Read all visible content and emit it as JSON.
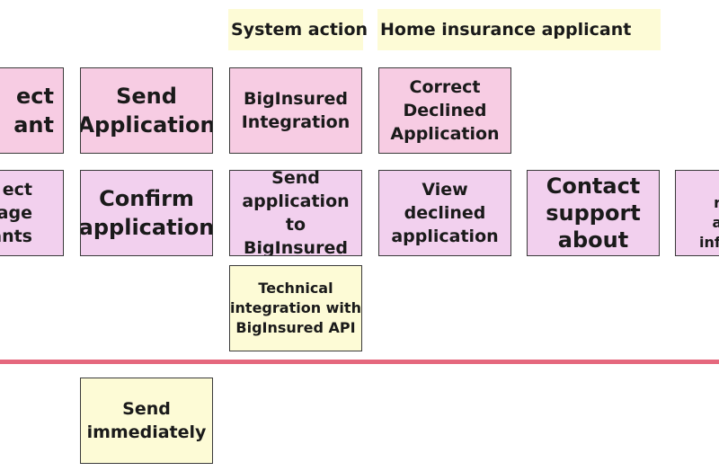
{
  "headers": {
    "system_action": "System action",
    "home_insurance_applicant": "Home insurance applicant"
  },
  "row1": {
    "partial_select_applicant": "ect\nant",
    "send_application": "Send\nApplication",
    "biginsured_integration": "BigInsured\nIntegration",
    "correct_declined_application": "Correct\nDeclined\nApplication"
  },
  "row2": {
    "partial_select_package_applicants": "ect\nkage\nants",
    "confirm_application": "Confirm\napplication",
    "send_application_to_biginsured": "Send\napplication to\nBigInsured",
    "view_declined_application": "View declined\napplication",
    "contact_support_about": "Contact\nsupport\nabout",
    "partial_right_note": "I\nre\nac\ninfo"
  },
  "notes": {
    "technical_integration": "Technical\nintegration with\nBigInsured API",
    "send_immediately": "Send\nimmediately"
  },
  "colors": {
    "pink_note": "#f7cce3",
    "lilac_note": "#f2d0ee",
    "yellow_note": "#fdfbd6",
    "divider": "#e5687d"
  }
}
